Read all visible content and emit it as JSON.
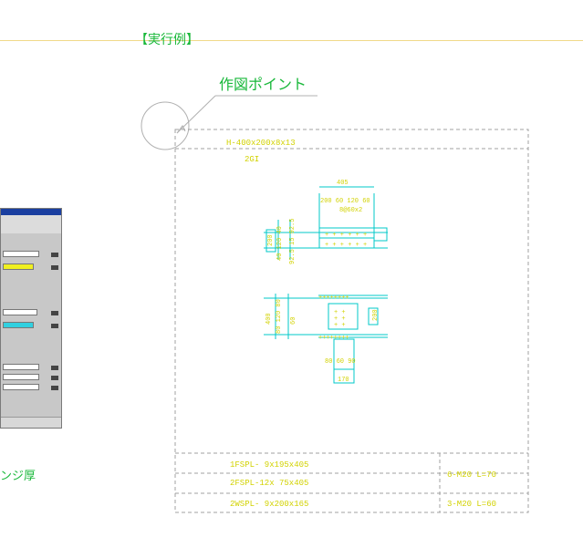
{
  "header": {
    "example_label": "【実行例】"
  },
  "callout": {
    "label": "作図ポイント"
  },
  "side_note": {
    "label": "ンジ厚"
  },
  "drawing": {
    "member_title": "H-400x200x8x13",
    "joint_code": "2GI",
    "top_dims": {
      "width": "405",
      "pitch": "200 60 120 60",
      "holes": "8@60x2"
    },
    "top_left_dims": {
      "height": "200",
      "pitch": "40 120 40",
      "gauge": "92.5 15 92.5"
    },
    "bottom_left_dims": {
      "height": "400",
      "pitch": "80 120 80",
      "gauge": "60"
    },
    "bottom_right_dims": {
      "side": "200"
    },
    "bottom_dims": {
      "pitch": "80 60 90",
      "width": "170"
    },
    "parts": [
      {
        "label": "1FSPL- 9x195x405"
      },
      {
        "label": "2FSPL-12x 75x405"
      },
      {
        "label": "2WSPL- 9x200x165"
      }
    ],
    "bolts": [
      {
        "label": "6-M20  L=70"
      },
      {
        "label": "3-M20  L=60"
      }
    ]
  },
  "colors": {
    "green": "#19b83a",
    "cad_yellow": "#d2d200",
    "cad_cyan": "#00c8c8",
    "frame_gray": "#999999"
  }
}
